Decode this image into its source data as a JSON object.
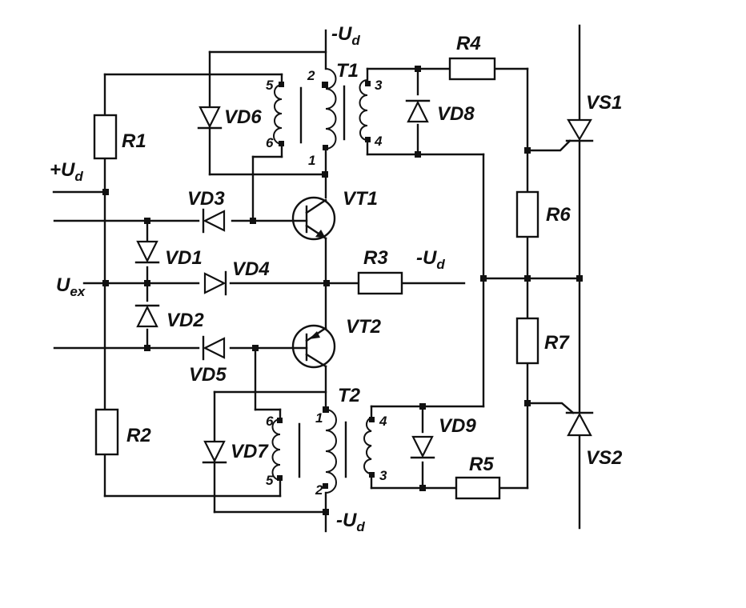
{
  "components": {
    "R1": "R1",
    "R2": "R2",
    "R3": "R3",
    "R4": "R4",
    "R5": "R5",
    "R6": "R6",
    "R7": "R7",
    "VD1": "VD1",
    "VD2": "VD2",
    "VD3": "VD3",
    "VD4": "VD4",
    "VD5": "VD5",
    "VD6": "VD6",
    "VD7": "VD7",
    "VD8": "VD8",
    "VD9": "VD9",
    "VT1": "VT1",
    "VT2": "VT2",
    "T1": "T1",
    "T2": "T2",
    "VS1": "VS1",
    "VS2": "VS2"
  },
  "signals": {
    "plus_ud": {
      "main": "+U",
      "sub": "d"
    },
    "minus_ud_top": {
      "main": "-U",
      "sub": "d"
    },
    "minus_ud_mid": {
      "main": "-U",
      "sub": "d"
    },
    "minus_ud_bottom": {
      "main": "-U",
      "sub": "d"
    },
    "uex": {
      "main": "U",
      "sub": "ex"
    }
  },
  "pins": {
    "t1_p2": "2",
    "t1_p1": "1",
    "t1_p5": "5",
    "t1_p6": "6",
    "t1_p3": "3",
    "t1_p4": "4",
    "t2_p1": "1",
    "t2_p2": "2",
    "t2_p6": "6",
    "t2_p5": "5",
    "t2_p4": "4",
    "t2_p3": "3"
  }
}
